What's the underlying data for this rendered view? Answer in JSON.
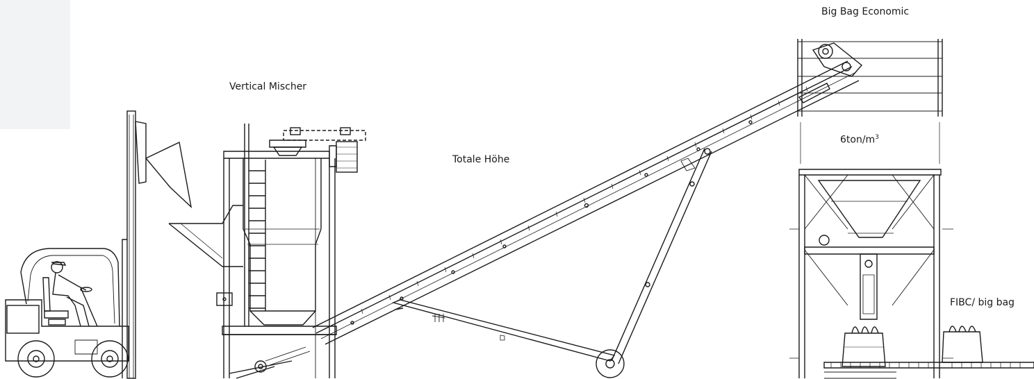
{
  "labels": {
    "big_bag_economic": "Big Bag Economic",
    "vertical_mischer": "Vertical Mischer",
    "totale_hoehe": "Totale Höhe",
    "capacity_value": "6ton/m",
    "capacity_superscript": "3",
    "fibc_big_bag": "FIBC/ big bag"
  },
  "colors": {
    "line": "#1a1a1a",
    "background": "#ffffff",
    "left_band": "#f2f3f4"
  }
}
